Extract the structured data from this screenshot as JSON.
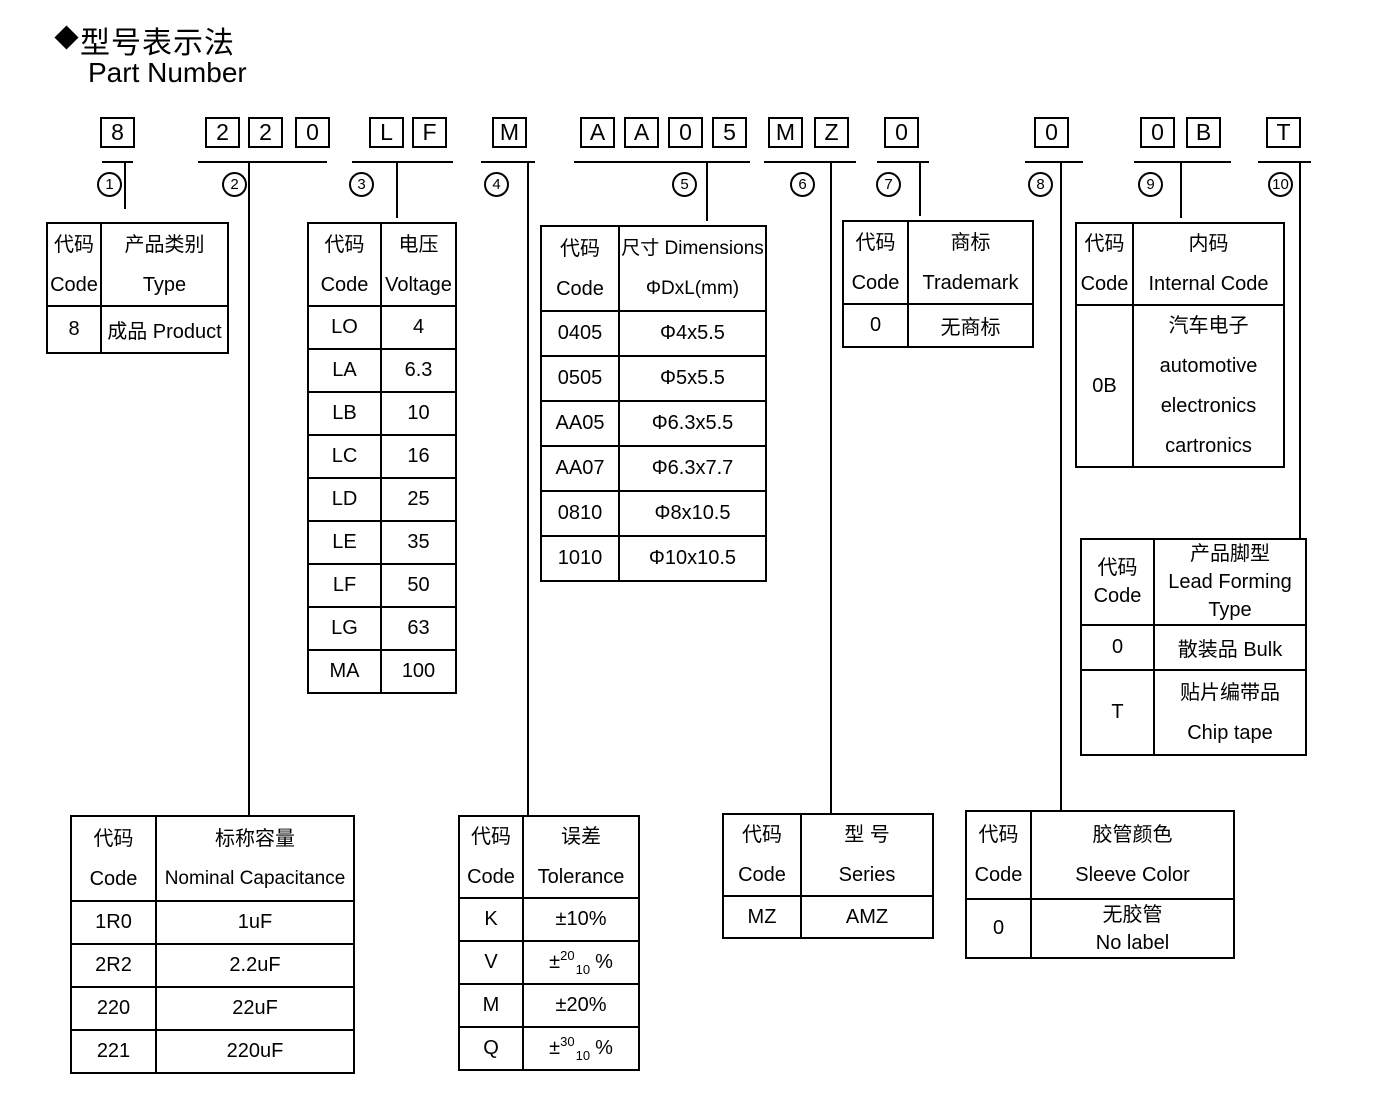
{
  "title": {
    "zh": "型号表示法",
    "en": "Part Number"
  },
  "char_row": [
    "8",
    "2",
    "2",
    "0",
    "L",
    "F",
    "M",
    "A",
    "A",
    "0",
    "5",
    "M",
    "Z",
    "0",
    "0",
    "0",
    "B",
    "T"
  ],
  "markers": [
    "1",
    "2",
    "3",
    "4",
    "5",
    "6",
    "7",
    "8",
    "9",
    "10"
  ],
  "product": {
    "header": {
      "code_zh": "代码",
      "code_en": "Code",
      "value_zh": "产品类别",
      "value_en": "Type"
    },
    "rows": [
      {
        "code": "8",
        "value": "成品 Product"
      }
    ]
  },
  "capacitance": {
    "header": {
      "code_zh": "代码",
      "code_en": "Code",
      "value_zh": "标称容量",
      "value_en": "Nominal Capacitance"
    },
    "rows": [
      {
        "code": "1R0",
        "value": "1uF"
      },
      {
        "code": "2R2",
        "value": "2.2uF"
      },
      {
        "code": "220",
        "value": "22uF"
      },
      {
        "code": "221",
        "value": "220uF"
      }
    ]
  },
  "voltage": {
    "header": {
      "code_zh": "代码",
      "code_en": "Code",
      "value_zh": "电压",
      "value_en": "Voltage"
    },
    "rows": [
      {
        "code": "LO",
        "value": "4"
      },
      {
        "code": "LA",
        "value": "6.3"
      },
      {
        "code": "LB",
        "value": "10"
      },
      {
        "code": "LC",
        "value": "16"
      },
      {
        "code": "LD",
        "value": "25"
      },
      {
        "code": "LE",
        "value": "35"
      },
      {
        "code": "LF",
        "value": "50"
      },
      {
        "code": "LG",
        "value": "63"
      },
      {
        "code": "MA",
        "value": "100"
      }
    ]
  },
  "tolerance": {
    "header": {
      "code_zh": "代码",
      "code_en": "Code",
      "value_zh": "误差",
      "value_en": "Tolerance"
    },
    "rows": [
      {
        "code": "K",
        "value": "±10%"
      },
      {
        "code": "V",
        "pm": "±",
        "sup": "20",
        "sub": "10",
        "pct": "%"
      },
      {
        "code": "M",
        "value": "±20%"
      },
      {
        "code": "Q",
        "pm": "±",
        "sup": "30",
        "sub": "10",
        "pct": "%"
      }
    ]
  },
  "dimensions": {
    "header": {
      "code_zh": "代码",
      "code_en": "Code",
      "value_zh": "尺寸 Dimensions",
      "value_en": "ΦDxL(mm)"
    },
    "rows": [
      {
        "code": "0405",
        "value": "Φ4x5.5"
      },
      {
        "code": "0505",
        "value": "Φ5x5.5"
      },
      {
        "code": "AA05",
        "value": "Φ6.3x5.5"
      },
      {
        "code": "AA07",
        "value": "Φ6.3x7.7"
      },
      {
        "code": "0810",
        "value": "Φ8x10.5"
      },
      {
        "code": "1010",
        "value": "Φ10x10.5"
      }
    ]
  },
  "series": {
    "header": {
      "code_zh": "代码",
      "code_en": "Code",
      "value_zh": "型 号",
      "value_en": "Series"
    },
    "rows": [
      {
        "code": "MZ",
        "value": "AMZ"
      }
    ]
  },
  "trademark": {
    "header": {
      "code_zh": "代码",
      "code_en": "Code",
      "value_zh": "商标",
      "value_en": "Trademark"
    },
    "rows": [
      {
        "code": "0",
        "value": "无商标"
      }
    ]
  },
  "sleeve": {
    "header": {
      "code_zh": "代码",
      "code_en": "Code",
      "value_zh": "胶管颜色",
      "value_en": "Sleeve Color"
    },
    "rows": [
      {
        "code": "0",
        "value_zh": "无胶管",
        "value_en": "No label"
      }
    ]
  },
  "internal": {
    "header": {
      "code_zh": "代码",
      "code_en": "Code",
      "value_zh": "内码",
      "value_en": "Internal Code"
    },
    "rows": [
      {
        "code": "0B",
        "lines": [
          "汽车电子",
          "automotive",
          "electronics",
          "cartronics"
        ]
      }
    ]
  },
  "lead": {
    "header": {
      "code_zh": "代码",
      "code_en": "Code",
      "value_lines": [
        "产品脚型",
        "Lead Forming",
        "Type"
      ]
    },
    "rows": [
      {
        "code": "0",
        "value": "散装品 Bulk"
      },
      {
        "code": "T",
        "value_zh": "贴片编带品",
        "value_en": "Chip tape"
      }
    ]
  }
}
